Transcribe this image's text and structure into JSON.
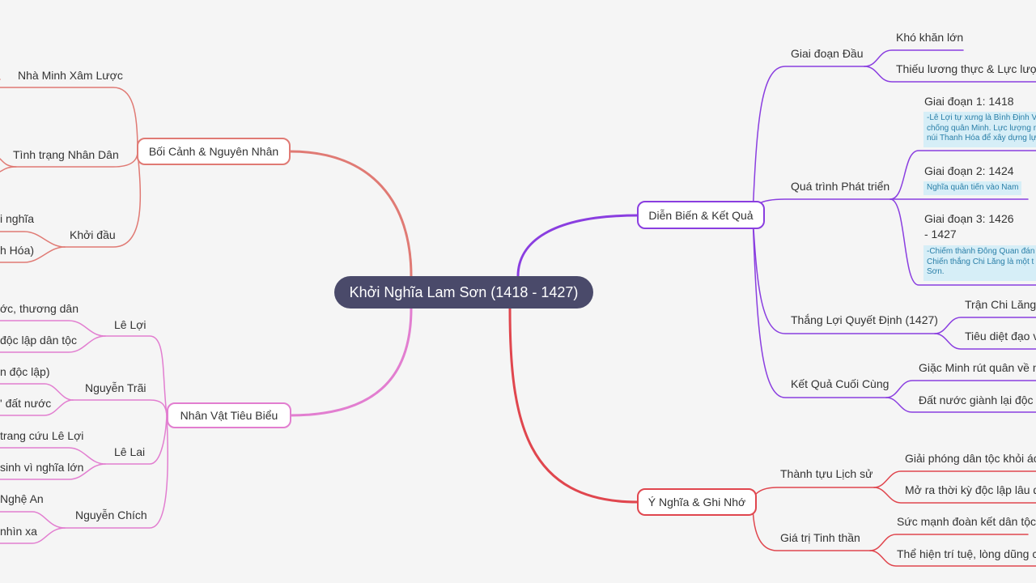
{
  "root": {
    "label": "Khởi Nghĩa Lam Sơn (1418 - 1427)"
  },
  "colors": {
    "bg": "#f5f5f5",
    "root": "#4a4a6a",
    "branch_tl": "#e07a74",
    "branch_bl": "#e27ed0",
    "branch_tr": "#8a3ee0",
    "branch_br": "#e0464e",
    "note_bg": "#d6eef7",
    "note_text": "#2a7fa8"
  },
  "left_top": {
    "label": "Bối Cảnh & Nguyên Nhân",
    "children": [
      {
        "label": "Nhà Minh Xâm Lược"
      },
      {
        "label": "Tình trạng Nhân Dân"
      },
      {
        "label": "Khởi đầu",
        "leaves": [
          "i nghĩa",
          "h Hóa)"
        ]
      }
    ]
  },
  "left_bottom": {
    "label": "Nhân Vật Tiêu Biểu",
    "children": [
      {
        "label": "Lê Lợi",
        "leaves": [
          "ớc, thương dân",
          "độc lập dân tộc"
        ]
      },
      {
        "label": "Nguyễn Trãi",
        "leaves": [
          "n độc lập)",
          "' đất nước"
        ]
      },
      {
        "label": "Lê Lai",
        "leaves": [
          "trang cứu Lê Lợi",
          "sinh vì nghĩa lớn"
        ]
      },
      {
        "label": "Nguyễn Chích",
        "leaves": [
          "Nghệ An",
          "nhìn xa"
        ]
      }
    ]
  },
  "right_top": {
    "label": "Diễn Biến & Kết Quả",
    "children": [
      {
        "label": "Giai đoạn Đầu",
        "leaves": [
          "Khó khăn lớn",
          "Thiếu lương thực & Lực lượng"
        ]
      },
      {
        "label": "Quá trình Phát triển",
        "stages": [
          {
            "label": "Giai đoạn 1: 1418",
            "note": [
              "-Lê Lợi tự xưng là Bình Định V",
              "chống quân Minh. Lực lượng n",
              "núi Thanh Hóa để xây dựng lự"
            ]
          },
          {
            "label": "Giai đoạn 2: 1424",
            "note": [
              "Nghĩa quân tiến vào Nam"
            ]
          },
          {
            "label_lines": [
              "Giai đoạn 3: 1426",
              "- 1427"
            ],
            "note": [
              "-Chiếm thành Đông Quan đán",
              "Chiến thắng Chi Lăng là một t",
              "Sơn."
            ]
          }
        ]
      },
      {
        "label": "Thắng Lợi Quyết Định (1427)",
        "leaves": [
          "Trận Chi Lăng",
          "Tiêu diệt đạo v"
        ]
      },
      {
        "label": "Kết Quả Cuối Cùng",
        "leaves": [
          "Giặc Minh rút quân về nư",
          "Đất nước giành lại độc lậ"
        ]
      }
    ]
  },
  "right_bottom": {
    "label": "Ý Nghĩa & Ghi Nhớ",
    "children": [
      {
        "label": "Thành tựu Lịch sử",
        "leaves": [
          "Giải phóng dân tộc khỏi ách",
          "Mở ra thời kỳ độc lập lâu dà"
        ]
      },
      {
        "label": "Giá trị Tinh thần",
        "leaves": [
          "Sức mạnh đoàn kết dân tộc",
          "Thể hiện trí tuệ, lòng dũng cả"
        ]
      }
    ]
  }
}
